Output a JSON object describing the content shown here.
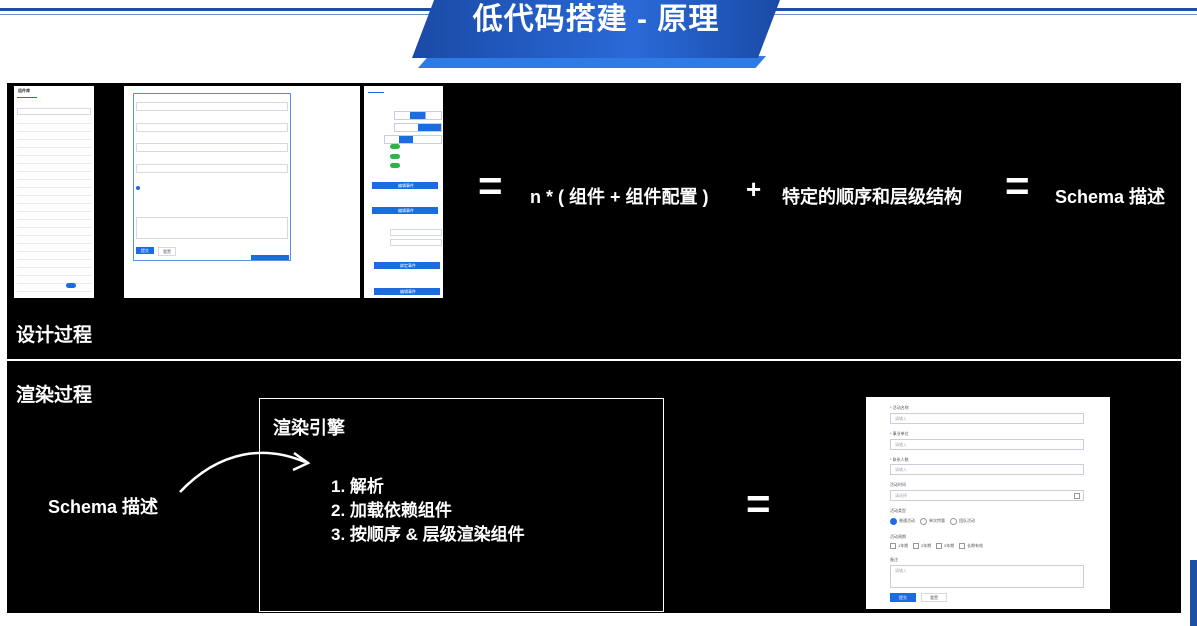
{
  "slide": {
    "title": "低代码搭建 - 原理"
  },
  "design": {
    "section_label": "设计过程",
    "equals_1": "=",
    "formula_part": "n * ( 组件 + 组件配置 )",
    "plus": "+",
    "structure_part": "特定的顺序和层级结构",
    "equals_2": "=",
    "schema_label": "Schema 描述"
  },
  "render": {
    "section_label": "渲染过程",
    "schema_label": "Schema 描述",
    "engine_title": "渲染引擎",
    "steps": [
      "1.  解析",
      "2.  加载依赖组件",
      "3.  按顺序 & 层级渲染组件"
    ],
    "equals": "="
  },
  "editor_mock": {
    "left_panel_title": "组件库",
    "canvas_buttons": [
      "提交",
      "重置"
    ],
    "right_panel_buttons": [
      "编辑事件",
      "编辑事件",
      "绑定事件",
      "编辑事件"
    ]
  },
  "preview_mock": {
    "fields": [
      {
        "label": "* 活动名称",
        "placeholder": "请输入"
      },
      {
        "label": "* 事业单位",
        "placeholder": "请输入"
      },
      {
        "label": "* 联系人数",
        "placeholder": "请输入"
      },
      {
        "label": "活动时间",
        "placeholder": "请选择"
      }
    ],
    "radio_label": "活动类型",
    "radios": [
      "普通活动",
      "单次特惠",
      "团队活动"
    ],
    "checkbox_label": "活动周期",
    "checkboxes": [
      "1年期",
      "2年期",
      "3年期",
      "长期有效"
    ],
    "textarea_label": "备注",
    "textarea_placeholder": "请输入",
    "buttons": [
      "提交",
      "重置"
    ]
  },
  "colors": {
    "banner_blue": "#1a4aa6",
    "panel_black": "#000000",
    "accent_blue": "#1a6cdf",
    "toggle_green": "#2fb34a"
  }
}
